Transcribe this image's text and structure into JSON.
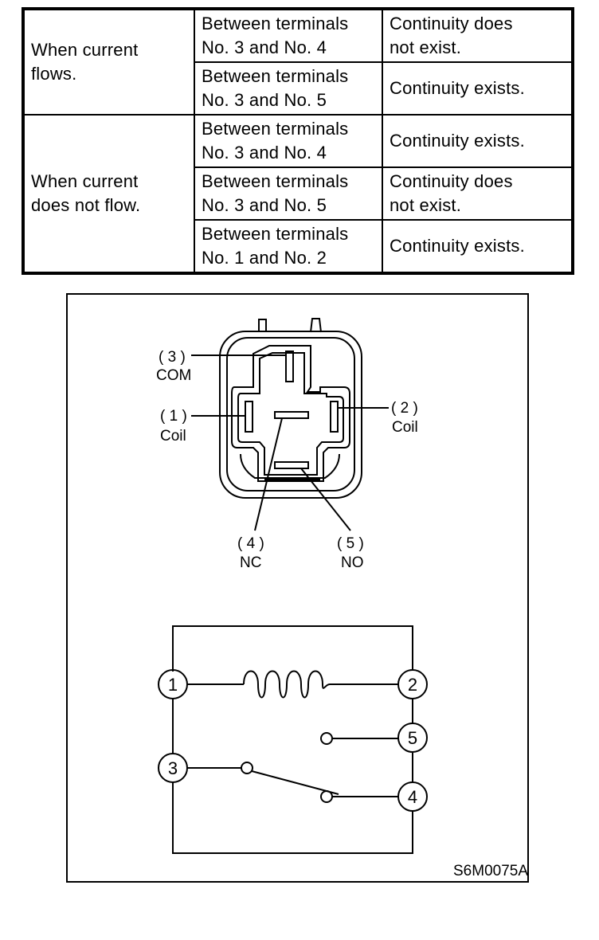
{
  "table": {
    "groups": [
      {
        "condition": [
          "When current",
          "flows."
        ],
        "rows": [
          {
            "terminals": [
              "Between terminals",
              "No. 3 and No. 4"
            ],
            "result": [
              "Continuity does",
              "not exist."
            ]
          },
          {
            "terminals": [
              "Between terminals",
              "No. 3 and No. 5"
            ],
            "result": [
              "Continuity exists."
            ]
          }
        ]
      },
      {
        "condition": [
          "When current",
          "does not flow."
        ],
        "rows": [
          {
            "terminals": [
              "Between terminals",
              "No. 3 and No. 4"
            ],
            "result": [
              "Continuity exists."
            ]
          },
          {
            "terminals": [
              "Between terminals",
              "No. 3 and No. 5"
            ],
            "result": [
              "Continuity does",
              "not exist."
            ]
          },
          {
            "terminals": [
              "Between terminals",
              "No. 1 and No. 2"
            ],
            "result": [
              "Continuity exists."
            ]
          }
        ]
      }
    ]
  },
  "connector": {
    "terminal_3": {
      "number": "( 3 )",
      "name": "COM"
    },
    "terminal_1": {
      "number": "( 1 )",
      "name": "Coil"
    },
    "terminal_2": {
      "number": "( 2 )",
      "name": "Coil"
    },
    "terminal_4": {
      "number": "( 4 )",
      "name": "NC"
    },
    "terminal_5": {
      "number": "( 5 )",
      "name": "NO"
    }
  },
  "schematic": {
    "node_1": "1",
    "node_2": "2",
    "node_3": "3",
    "node_4": "4",
    "node_5": "5"
  },
  "figure_code": "S6M0075A"
}
